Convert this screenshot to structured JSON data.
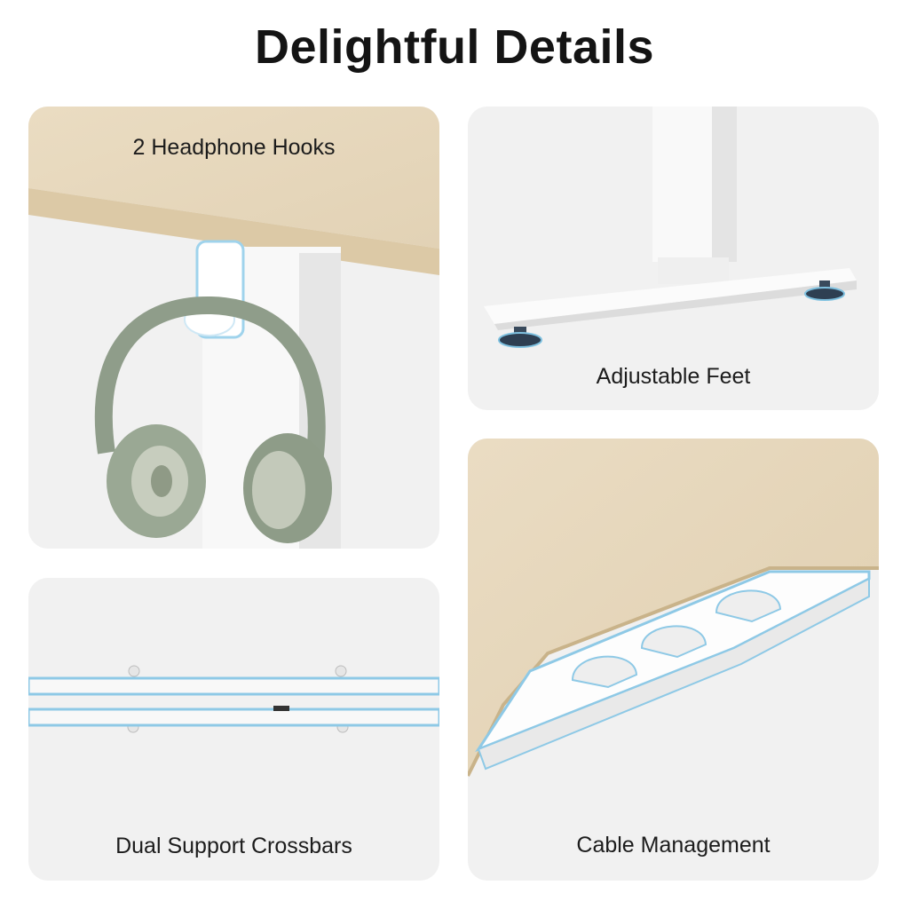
{
  "page": {
    "title": "Delightful Details"
  },
  "panels": [
    {
      "id": "headphone-hooks",
      "label": "2 Headphone Hooks"
    },
    {
      "id": "adjustable-feet",
      "label": "Adjustable Feet"
    },
    {
      "id": "dual-support-crossbars",
      "label": "Dual Support Crossbars"
    },
    {
      "id": "cable-management",
      "label": "Cable Management"
    }
  ],
  "colors": {
    "background": "#ffffff",
    "panel": "#f1f1f1",
    "wood": "#e9dcc3",
    "frame": "#f7f7f7",
    "highlight": "#8ec9e6",
    "headphones": "#9aa894",
    "foot": "#2e3f52"
  }
}
